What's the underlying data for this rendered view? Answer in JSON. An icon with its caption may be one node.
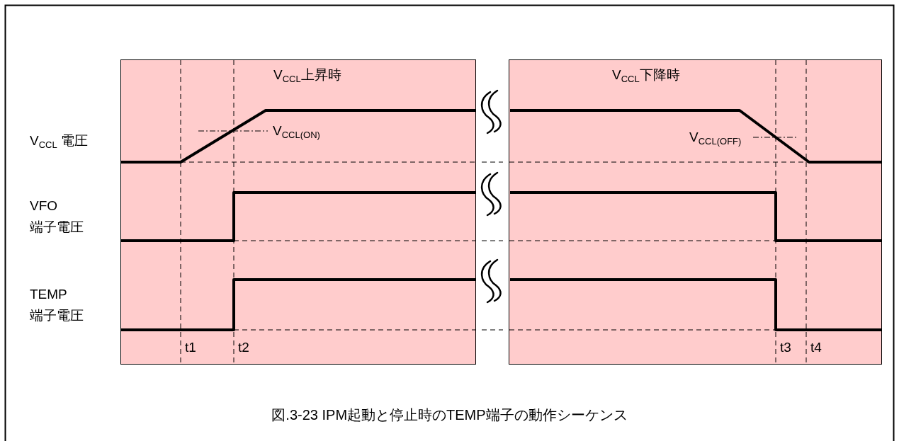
{
  "diagram": {
    "caption": "図.3-23 IPM起動と停止時のTEMP端子の動作シーケンス",
    "nodes": [
      {
        "text": [
          "V$_{CCL}$上昇時"
        ]
      },
      {
        "text": [
          "V$_{CCL}$下降時"
        ]
      }
    ],
    "labels": [
      "V$_{CCL}$ 電圧",
      "V$_{CCL(ON)}$",
      "V$_{CCL(OFF)}$",
      "VFO 端子電圧",
      "TEMP 端子電圧",
      "t1",
      "t2",
      "t3",
      "t4"
    ]
  }
}
